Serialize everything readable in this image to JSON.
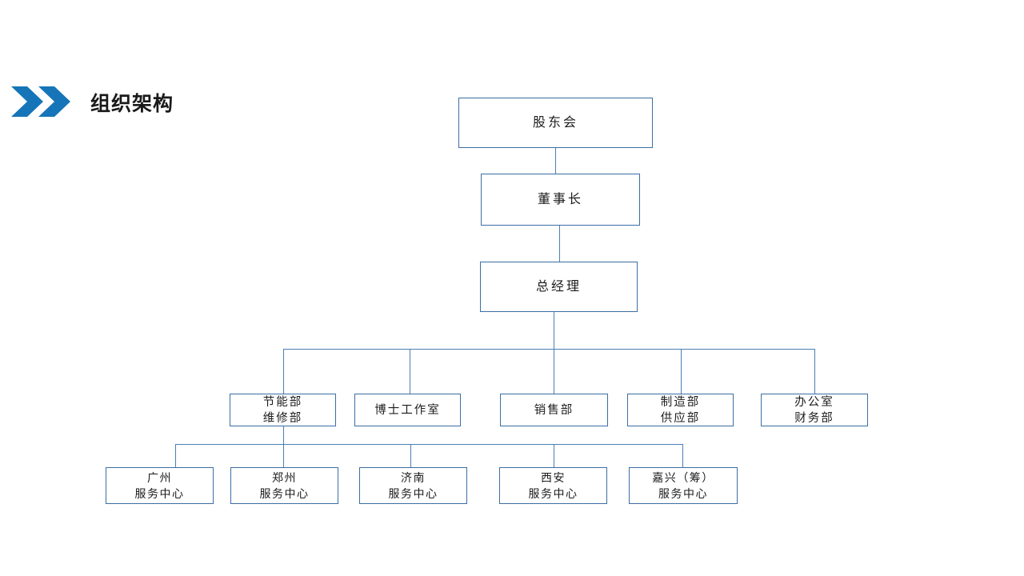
{
  "slide": {
    "title": "组织架构",
    "accent_color": "#1575b8",
    "line_color": "#3b6ea5",
    "text_color": "#1c1c1c",
    "background": "#ffffff"
  },
  "header": {
    "title": "组织架构",
    "marker_icon": "double-chevron-right-icon"
  },
  "chart_data": {
    "type": "diagram",
    "title": "组织架构",
    "orientation": "top-down",
    "nodes": [
      {
        "id": "n1",
        "label": "股东会",
        "level": 1,
        "parent": null
      },
      {
        "id": "n2",
        "label": "董事长",
        "level": 2,
        "parent": "n1"
      },
      {
        "id": "n3",
        "label": "总经理",
        "level": 3,
        "parent": "n2"
      },
      {
        "id": "d1",
        "label": "节能部\n维修部",
        "level": 4,
        "parent": "n3"
      },
      {
        "id": "d2",
        "label": "博士工作室",
        "level": 4,
        "parent": "n3"
      },
      {
        "id": "d3",
        "label": "销售部",
        "level": 4,
        "parent": "n3"
      },
      {
        "id": "d4",
        "label": "制造部\n供应部",
        "level": 4,
        "parent": "n3"
      },
      {
        "id": "d5",
        "label": "办公室\n财务部",
        "level": 4,
        "parent": "n3"
      },
      {
        "id": "s1",
        "label": "广州\n服务中心",
        "level": 5,
        "parent": "d1"
      },
      {
        "id": "s2",
        "label": "郑州\n服务中心",
        "level": 5,
        "parent": "d1"
      },
      {
        "id": "s3",
        "label": "济南\n服务中心",
        "level": 5,
        "parent": "d1"
      },
      {
        "id": "s4",
        "label": "西安\n服务中心",
        "level": 5,
        "parent": "d1"
      },
      {
        "id": "s5",
        "label": "嘉兴（筹）\n服务中心",
        "level": 5,
        "parent": "d1"
      }
    ]
  },
  "org": {
    "top": {
      "label": "股东会"
    },
    "chairman": {
      "label": "董事长"
    },
    "gm": {
      "label": "总经理"
    },
    "departments": [
      {
        "label": "节能部\n维修部"
      },
      {
        "label": "博士工作室"
      },
      {
        "label": "销售部"
      },
      {
        "label": "制造部\n供应部"
      },
      {
        "label": "办公室\n财务部"
      }
    ],
    "service_centers": [
      {
        "label": "广州\n服务中心"
      },
      {
        "label": "郑州\n服务中心"
      },
      {
        "label": "济南\n服务中心"
      },
      {
        "label": "西安\n服务中心"
      },
      {
        "label": "嘉兴（筹）\n服务中心"
      }
    ]
  }
}
